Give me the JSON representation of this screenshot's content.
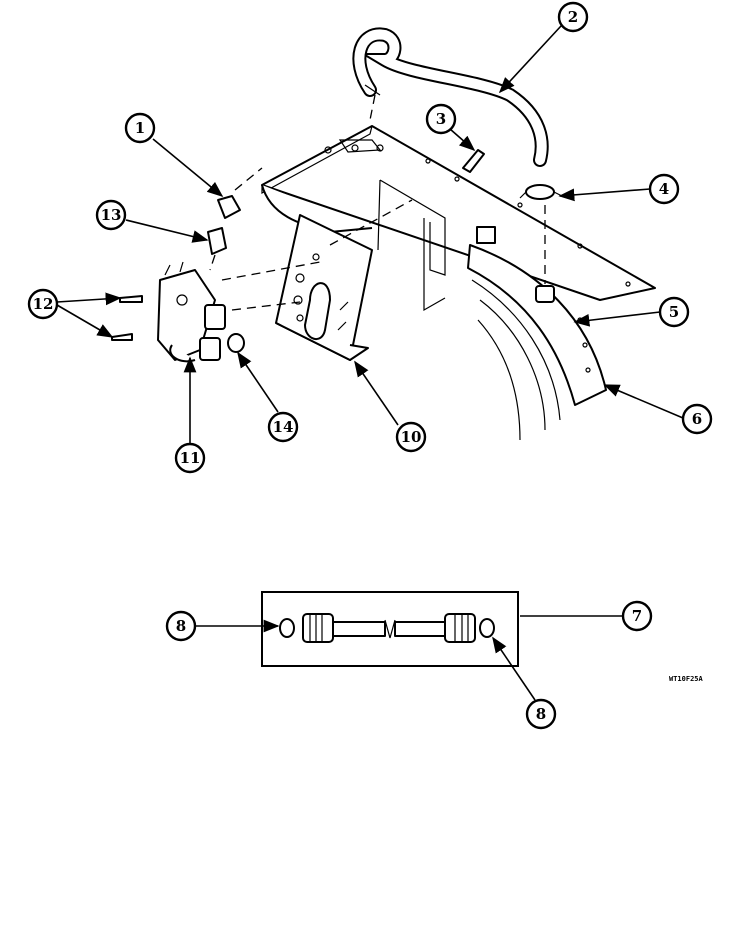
{
  "diagram": {
    "drawing_code": "WT10F25A",
    "callouts": [
      {
        "id": "c1",
        "label": "1"
      },
      {
        "id": "c2",
        "label": "2"
      },
      {
        "id": "c3",
        "label": "3"
      },
      {
        "id": "c4",
        "label": "4"
      },
      {
        "id": "c5",
        "label": "5"
      },
      {
        "id": "c6",
        "label": "6"
      },
      {
        "id": "c7",
        "label": "7"
      },
      {
        "id": "c8a",
        "label": "8"
      },
      {
        "id": "c8b",
        "label": "8"
      },
      {
        "id": "c10",
        "label": "10"
      },
      {
        "id": "c11",
        "label": "11"
      },
      {
        "id": "c12",
        "label": "12"
      },
      {
        "id": "c13",
        "label": "13"
      },
      {
        "id": "c14",
        "label": "14"
      }
    ]
  }
}
